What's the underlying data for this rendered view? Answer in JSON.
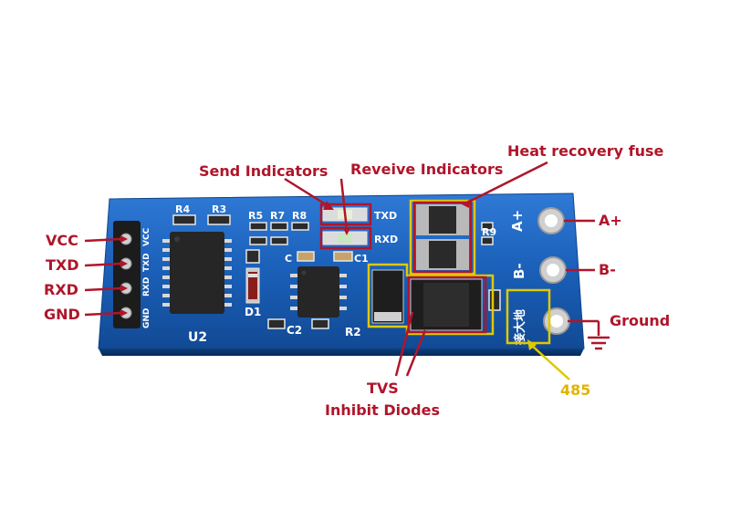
{
  "labels": {
    "send_indicators": "Send Indicators",
    "receive_indicators": "Reveive Indicators",
    "heat_recovery_fuse": "Heat recovery fuse",
    "vcc": "VCC",
    "txd": "TXD",
    "rxd": "RXD",
    "gnd": "GND",
    "a_plus": "A+",
    "b_minus": "B-",
    "ground": "Ground",
    "tvs": "TVS",
    "inhibit_diodes": "Inhibit Diodes",
    "rs485": "485"
  },
  "silkscreen": {
    "r4": "R4",
    "r3": "R3",
    "r5": "R5",
    "r7": "R7",
    "r8": "R8",
    "r9": "R9",
    "c": "C",
    "c1": "C1",
    "c2": "C2",
    "r2": "R2",
    "d1": "D1",
    "u2": "U2",
    "txd": "TXD",
    "rxd": "RXD",
    "pin_vcc": "VCC",
    "pin_txd": "TXD",
    "pin_rxd": "RXD",
    "pin_gnd": "GND",
    "a_plus": "A+",
    "b_minus": "B-",
    "ground_cn": "接大地"
  },
  "colors": {
    "pcb_blue": "#1a5fb8",
    "callout_red": "#b0152a",
    "callout_yellow": "#e0c800"
  }
}
